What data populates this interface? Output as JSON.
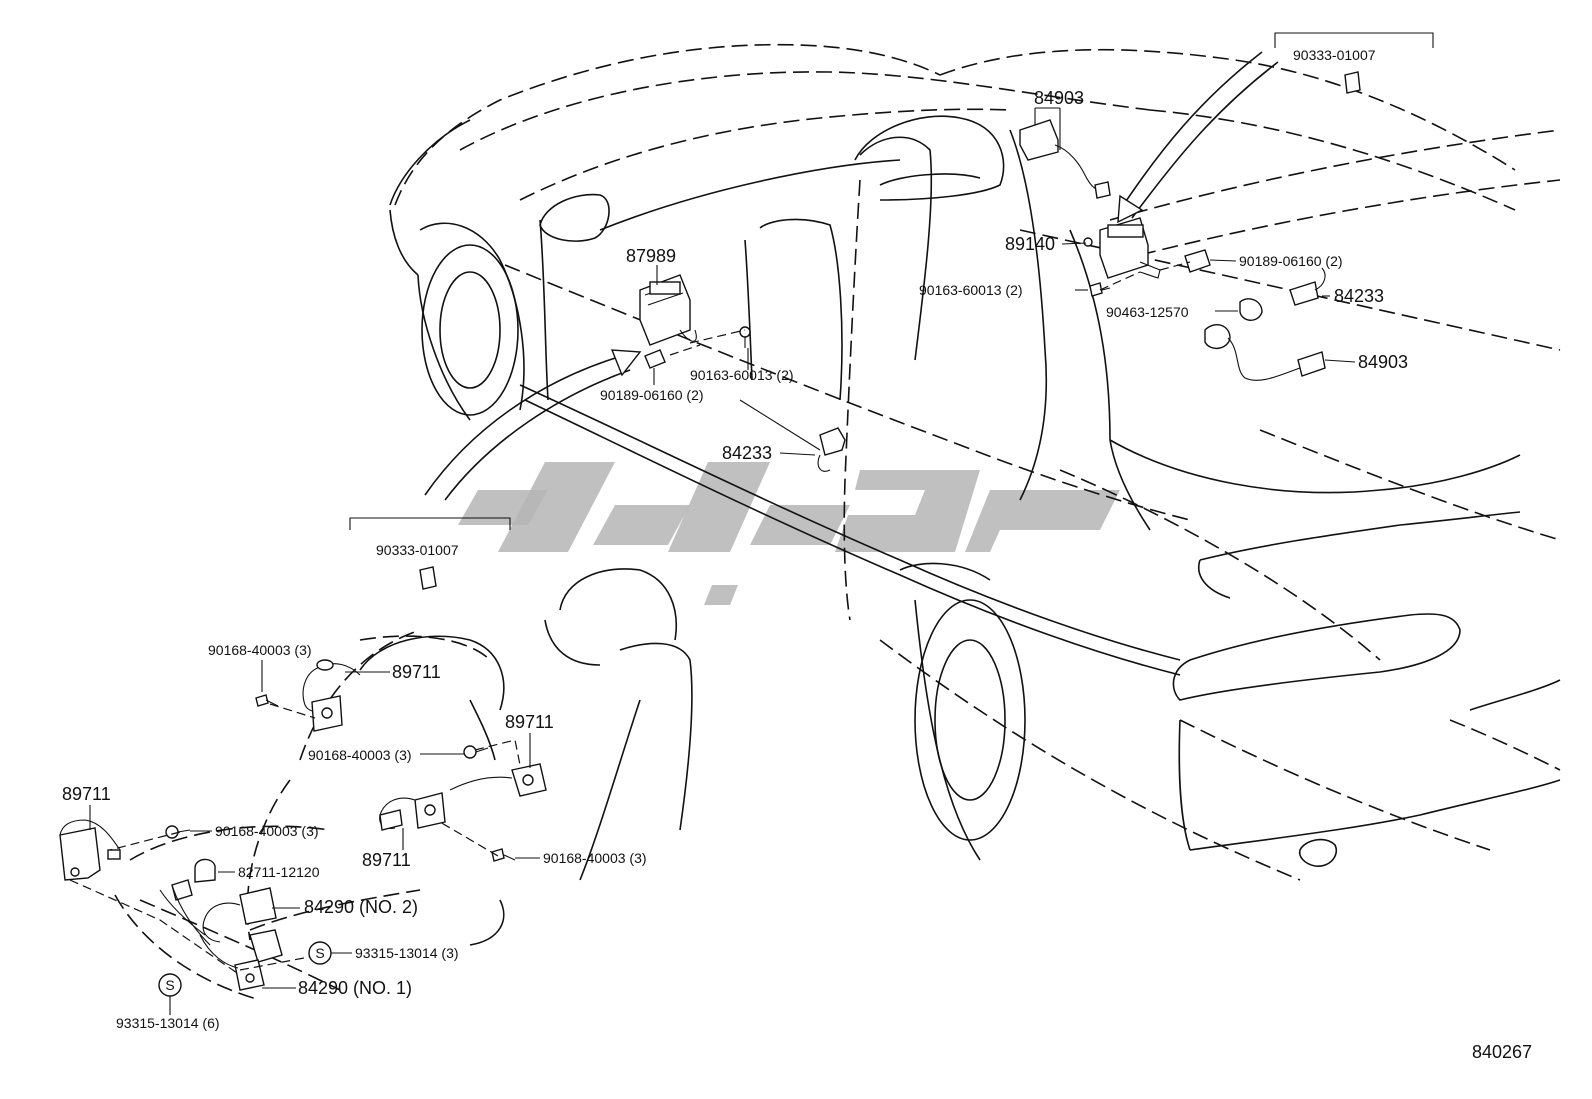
{
  "diagram": {
    "code": "840267",
    "callouts": {
      "c1": "84903",
      "c2": "90333-01007",
      "c3": "89140",
      "c4": "90189-06160 (2)",
      "c5": "90163-60013 (2)",
      "c6": "84233",
      "c7": "90463-12570",
      "c8": "84903",
      "c9": "87989",
      "c10": "90163-60013 (2)",
      "c11": "90189-06160 (2)",
      "c12": "84233",
      "c13": "90333-01007",
      "c14": "90168-40003 (3)",
      "c15": "89711",
      "c16": "90168-40003 (3)",
      "c17": "89711",
      "c18": "89711",
      "c19": "90168-40003 (3)",
      "c20": "82711-12120",
      "c21": "89711",
      "c22": "90168-40003 (3)",
      "c23": "84290 (NO. 2)",
      "c24": "93315-13014 (3)",
      "c25": "84290 (NO. 1)",
      "c26": "93315-13014 (6)"
    },
    "stamp_letter": "S"
  }
}
